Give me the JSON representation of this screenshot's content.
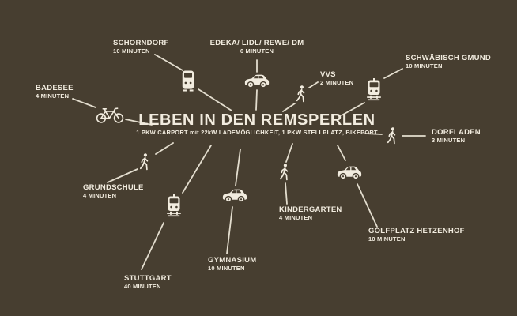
{
  "colors": {
    "background": "#473e30",
    "ink": "#f2ecdf"
  },
  "center": {
    "title": "LEBEN IN DEN REMSPERLEN",
    "subtitle": "1 PKW CARPORT mit 22kW LADEMÖGLICHKEIT, 1 PKW STELLPLATZ, BIKEPORT"
  },
  "destinations": [
    {
      "name": "SCHORNDORF",
      "time": "10 MINUTEN",
      "mode": "train",
      "icon": "train-icon"
    },
    {
      "name": "EDEKA/ LIDL/ REWE/ DM",
      "time": "6 MINUTEN",
      "mode": "car",
      "icon": "car-icon"
    },
    {
      "name": "VVS",
      "time": "2 MINUTEN",
      "mode": "walk",
      "icon": "pedestrian-icon"
    },
    {
      "name": "SCHWÄBISCH GMUND",
      "time": "10 MINUTEN",
      "mode": "tram",
      "icon": "tram-icon"
    },
    {
      "name": "DORFLADEN",
      "time": "3 MINUTEN",
      "mode": "walk",
      "icon": "pedestrian-icon"
    },
    {
      "name": "BADESEE",
      "time": "4 MINUTEN",
      "mode": "bike",
      "icon": "bicycle-icon"
    },
    {
      "name": "GRUNDSCHULE",
      "time": "4 MINUTEN",
      "mode": "walk",
      "icon": "pedestrian-icon"
    },
    {
      "name": "STUTTGART",
      "time": "40 MINUTEN",
      "mode": "tram",
      "icon": "tram-icon"
    },
    {
      "name": "GYMNASIUM",
      "time": "10 MINUTEN",
      "mode": "car",
      "icon": "car-icon"
    },
    {
      "name": "KINDERGARTEN",
      "time": "4 MINUTEN",
      "mode": "walk",
      "icon": "pedestrian-icon"
    },
    {
      "name": "GOLFPLATZ HETZENHOF",
      "time": "10 MINUTEN",
      "mode": "car",
      "icon": "car-icon"
    }
  ]
}
